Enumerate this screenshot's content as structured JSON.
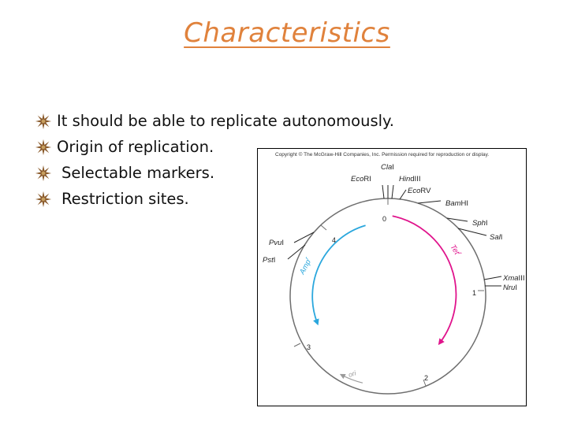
{
  "slide": {
    "title": "Characteristics",
    "bullets": [
      {
        "text": "It should be able to replicate autonomously."
      },
      {
        "text": "Origin of replication."
      },
      {
        "text": "Selectable markers."
      },
      {
        "text": "Restriction sites."
      }
    ],
    "bullet_icon": "star-burst-icon",
    "colors": {
      "title": "#E0823C",
      "bullet_icon": "#8A5A2B"
    }
  },
  "figure": {
    "copyright": "Copyright © The McGraw-Hill Companies, Inc. Permission required for reproduction or display.",
    "sites": [
      {
        "italic": "Cla",
        "rest": "I"
      },
      {
        "italic": "Eco",
        "rest": "RI"
      },
      {
        "italic": "Hin",
        "rest": "dIII"
      },
      {
        "italic": "Eco",
        "rest": "RV"
      },
      {
        "italic": "Bam",
        "rest": "HI"
      },
      {
        "italic": "Sph",
        "rest": "I"
      },
      {
        "italic": "Sal",
        "rest": "I"
      },
      {
        "italic": "Xma",
        "rest": "III"
      },
      {
        "italic": "Nru",
        "rest": "I"
      },
      {
        "italic": "Pvu",
        "rest": "I"
      },
      {
        "italic": "Pst",
        "rest": "I"
      }
    ],
    "scale": [
      "0",
      "1",
      "2",
      "3",
      "4"
    ],
    "genes": {
      "amp": {
        "label": "Amp",
        "sup": "r",
        "color": "#2AA7DD"
      },
      "tet": {
        "label": "Tet",
        "sup": "r",
        "color": "#E0148C"
      },
      "ori": {
        "label": "ori",
        "color": "#9A9A9A"
      }
    },
    "colors": {
      "ring": "#6E6E6E",
      "ticks": "#222222"
    }
  }
}
